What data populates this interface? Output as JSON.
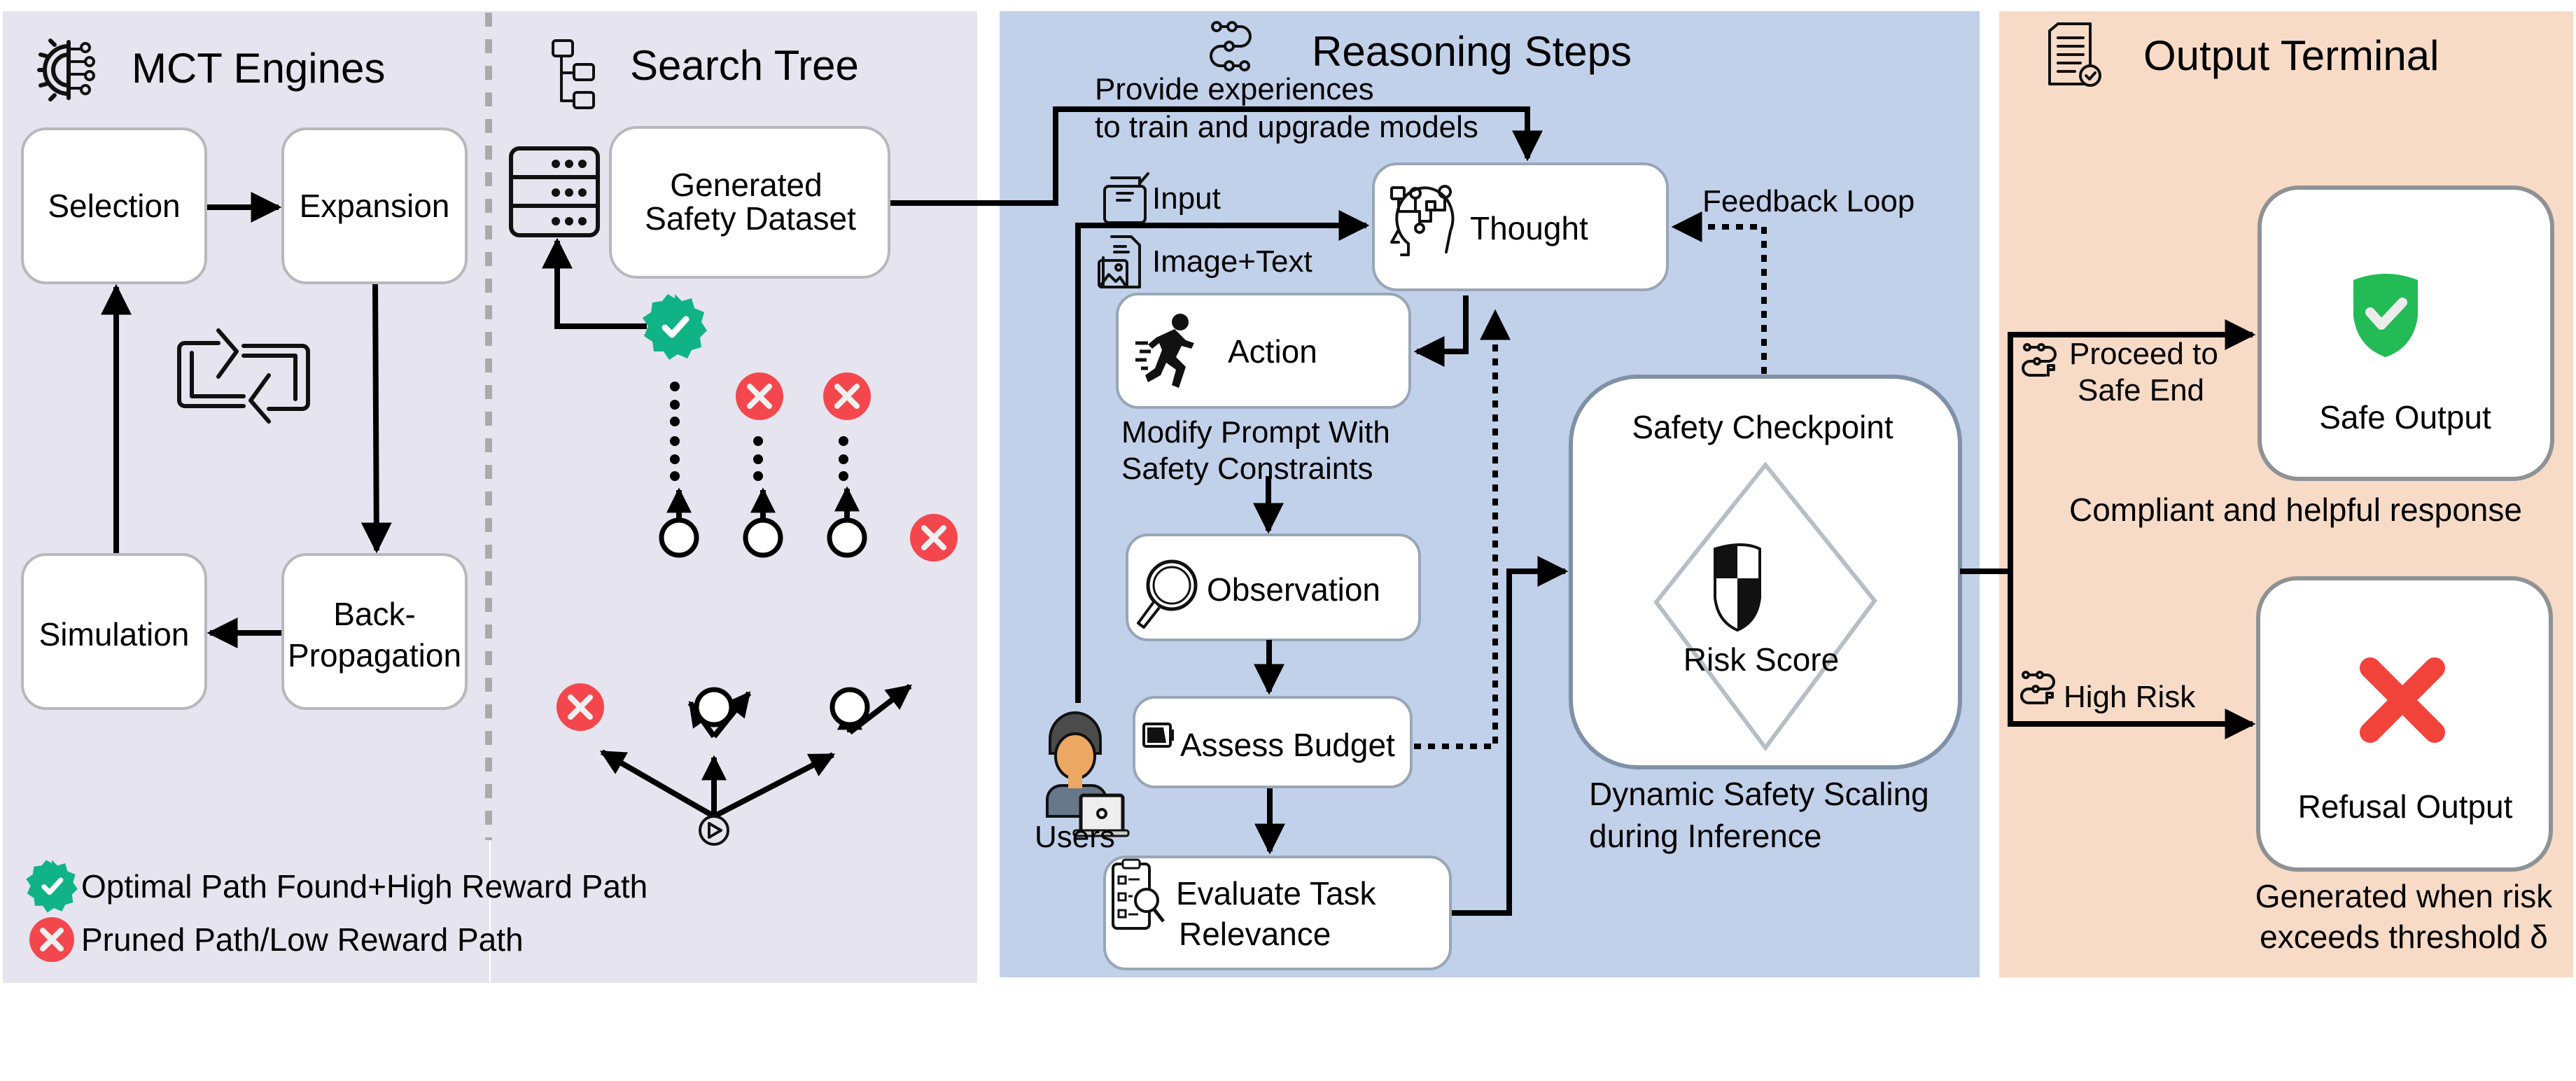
{
  "diagram": {
    "colors": {
      "mct_panel": "#e6e4ee",
      "reasoning_panel": "#c2d1ea",
      "output_panel": "#f7dbc6",
      "divider": "#aaaaaa",
      "success_green": "#10b386",
      "safe_shield_green": "#22bb55",
      "prune_red": "#f4474d",
      "refusal_red": "#f2433b"
    },
    "mct_engines": {
      "title": "MCT Engines",
      "title_icon": "gear-circuit-icon",
      "center_icon": "cycle-arrows-icon",
      "steps": [
        {
          "id": "selection",
          "label": "Selection"
        },
        {
          "id": "expansion",
          "label": "Expansion"
        },
        {
          "id": "backprop",
          "label_line1": "Back-",
          "label_line2": "Propagation"
        },
        {
          "id": "simulation",
          "label": "Simulation"
        }
      ]
    },
    "search_tree": {
      "title": "Search Tree",
      "title_icon": "hierarchy-icon",
      "dataset_icon": "database-server-icon",
      "dataset_box": {
        "line1": "Generated",
        "line2": "Safety Dataset"
      },
      "root_icon": "play-circle-icon",
      "optimal_marker_icon": "verified-badge-icon",
      "pruned_marker_icon": "pruned-x-icon"
    },
    "legend": {
      "items": [
        {
          "icon": "verified-badge-icon",
          "label": "Optimal Path Found+High Reward Path"
        },
        {
          "icon": "pruned-x-icon",
          "label": "Pruned Path/Low Reward Path"
        }
      ]
    },
    "reasoning_steps": {
      "title": "Reasoning Steps",
      "title_icon": "workflow-steps-icon",
      "train_annotation": {
        "line1": "Provide experiences",
        "line2": "to train and upgrade models"
      },
      "inputs": [
        {
          "icon": "input-form-icon",
          "label": "Input"
        },
        {
          "icon": "image-text-icon",
          "label": "Image+Text"
        }
      ],
      "users": {
        "icon": "user-laptop-icon",
        "label": "Users"
      },
      "thought": {
        "icon": "brain-head-icon",
        "label": "Thought"
      },
      "feedback_label": "Feedback Loop",
      "action": {
        "icon": "running-person-icon",
        "label": "Action"
      },
      "action_note": {
        "line1": "Modify Prompt With",
        "line2": "Safety Constraints"
      },
      "observation": {
        "icon": "magnifier-icon",
        "label": "Observation"
      },
      "assess_budget": {
        "icon": "battery-icon",
        "label": "Assess Budget"
      },
      "evaluate": {
        "icon": "checklist-search-icon",
        "line1": "Evaluate Task",
        "line2": "Relevance"
      },
      "safety_checkpoint": {
        "title": "Safety Checkpoint",
        "icon": "checkered-shield-icon",
        "risk_label": "Risk Score",
        "caption_line1": "Dynamic Safety Scaling",
        "caption_line2": "during Inference"
      }
    },
    "output_terminal": {
      "title": "Output Terminal",
      "title_icon": "document-check-icon",
      "safe_branch": {
        "icon": "route-flag-icon",
        "line1": "Proceed to",
        "line2": "Safe End"
      },
      "risk_branch": {
        "icon": "route-flag-icon",
        "label": "High Risk"
      },
      "safe_output": {
        "icon": "shield-check-icon",
        "label": "Safe Output",
        "caption": "Compliant and helpful response"
      },
      "refusal_output": {
        "icon": "red-x-icon",
        "label": "Refusal Output",
        "caption_line1": "Generated when risk",
        "caption_line2": "exceeds threshold δ"
      }
    }
  }
}
